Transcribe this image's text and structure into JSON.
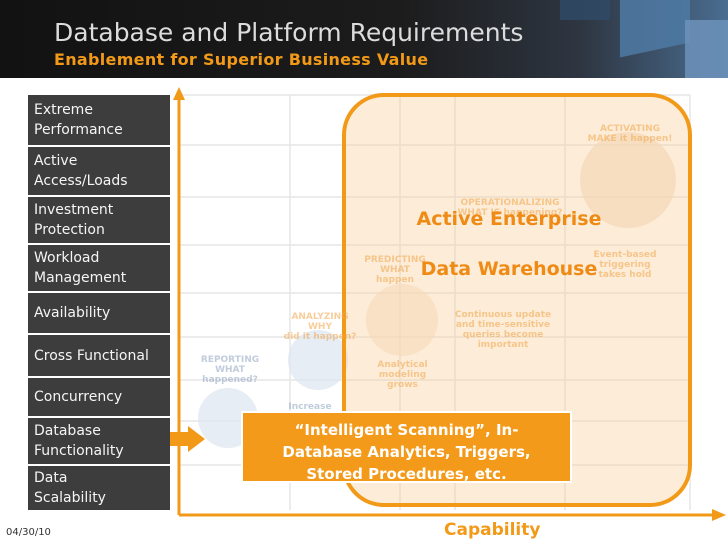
{
  "header": {
    "title": "Database and Platform Requirements",
    "subtitle": "Enablement for Superior Business Value"
  },
  "requirements": [
    {
      "line1": "Extreme",
      "line2": "Performance"
    },
    {
      "line1": "Active",
      "line2": "Access/Loads"
    },
    {
      "line1": "Investment",
      "line2": "Protection"
    },
    {
      "line1": "Workload",
      "line2": "Management"
    },
    {
      "line1": "Availability",
      "line2": ""
    },
    {
      "line1": "Cross Functional",
      "line2": ""
    },
    {
      "line1": "Concurrency",
      "line2": ""
    },
    {
      "line1": "Database",
      "line2": "Functionality"
    },
    {
      "line1": "Data",
      "line2": "Scalability"
    }
  ],
  "background_stages": [
    {
      "title": "REPORTING",
      "line2": "WHAT",
      "line3": "happened?"
    },
    {
      "title": "ANALYZING",
      "line2": "WHY",
      "line3": "did it happen?"
    },
    {
      "title": "PREDICTING",
      "line2": "WHAT",
      "line3": "happen"
    },
    {
      "title": "OPERATIONALIZING",
      "line2": "WHAT IS happening?",
      "line3": ""
    },
    {
      "title": "ACTIVATING",
      "line2": "MAKE it happen!",
      "line3": ""
    }
  ],
  "background_notes": [
    "Analytical\nmodeling\ngrows",
    "Continuous update\nand time-sensitive\nqueries become\nimportant",
    "Event-based\ntriggering\ntakes hold",
    "Increase"
  ],
  "overlay": {
    "title_line1": "Active Enterprise",
    "title_line2": "Data Warehouse"
  },
  "callout": {
    "line1": "“Intelligent Scanning”, In-",
    "line2": "Database Analytics, Triggers,",
    "line3": "Stored Procedures, etc."
  },
  "axis": {
    "x_label": "Capability"
  },
  "footer": {
    "date": "04/30/10"
  },
  "colors": {
    "accent_orange": "#f29a18",
    "row_bg": "#3d3d3d",
    "header_bg": "#1a1a1a"
  }
}
